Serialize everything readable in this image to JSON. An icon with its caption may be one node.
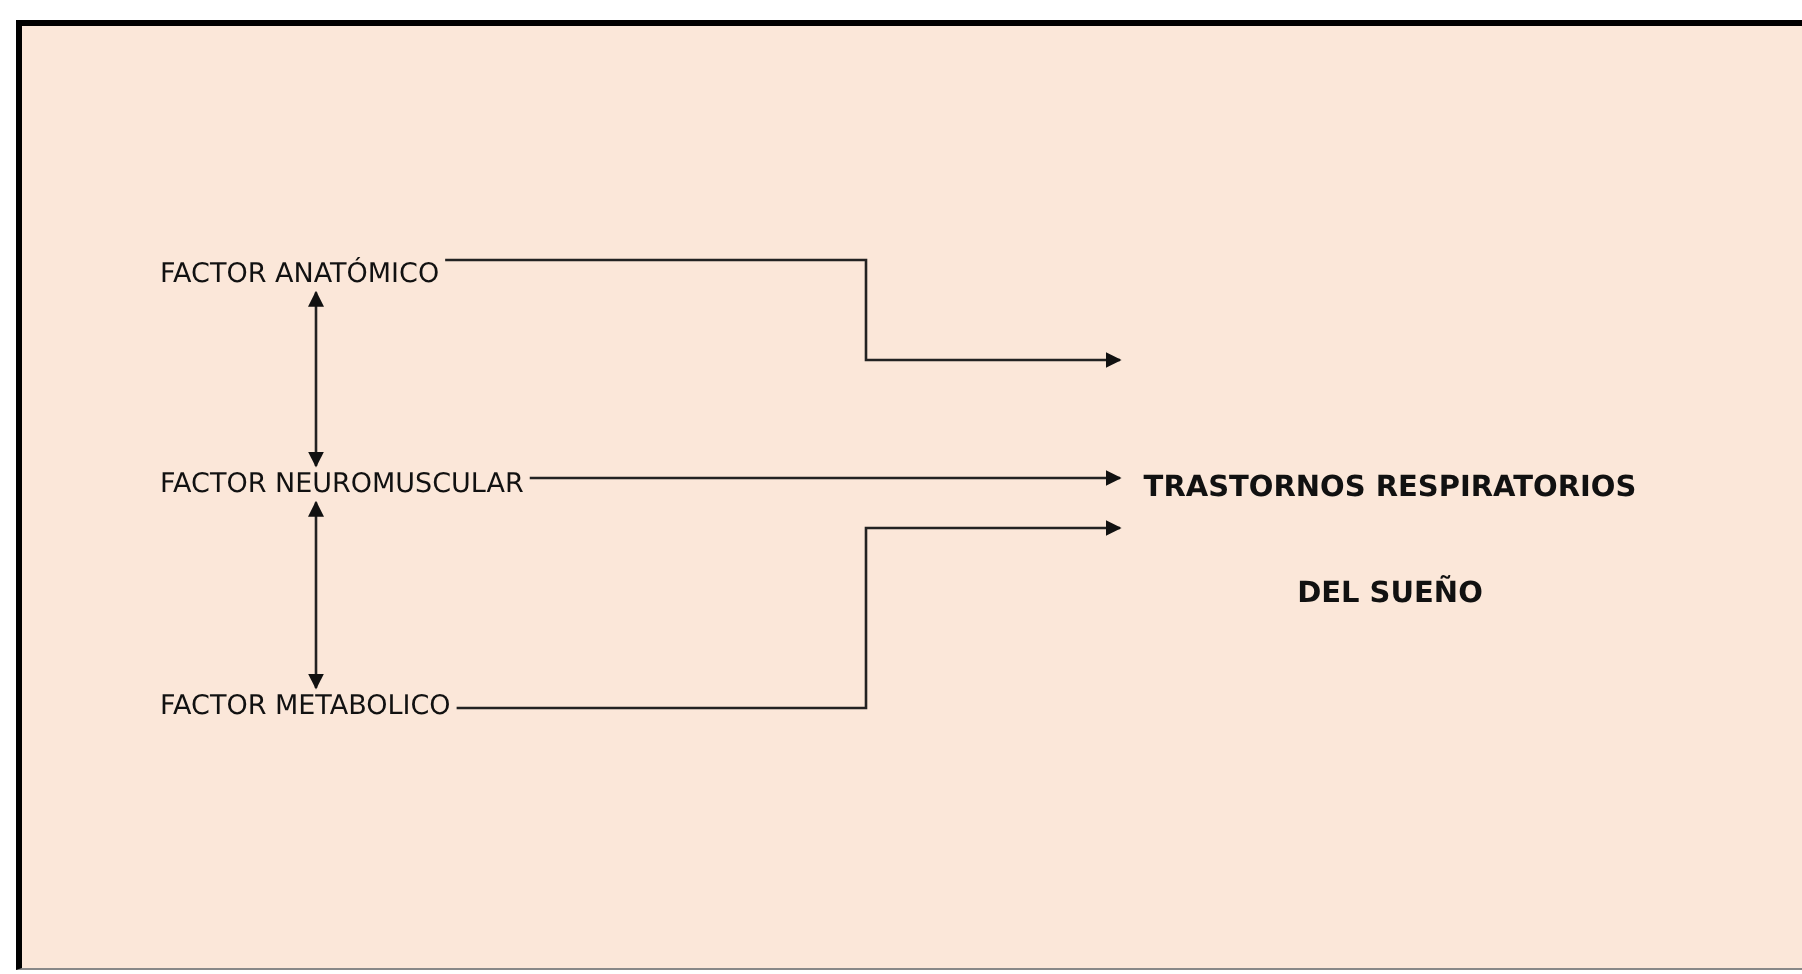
{
  "diagram": {
    "nodes": [
      {
        "text": [
          "FACTOR ANATÓMICO"
        ]
      },
      {
        "text": [
          "FACTOR NEUROMUSCULAR"
        ]
      },
      {
        "text": [
          "FACTOR METABOLICO"
        ]
      },
      {
        "text": [
          "TRASTORNOS RESPIRATORIOS DEL SUEÑO"
        ]
      }
    ],
    "edges": [
      {
        "from": 0,
        "to": 1,
        "arrow": "both"
      },
      {
        "from": 1,
        "to": 2,
        "arrow": "both"
      },
      {
        "from": 0,
        "to": 3,
        "arrow": "to"
      },
      {
        "from": 1,
        "to": 3,
        "arrow": "to"
      },
      {
        "from": 2,
        "to": 3,
        "arrow": "to"
      }
    ]
  }
}
